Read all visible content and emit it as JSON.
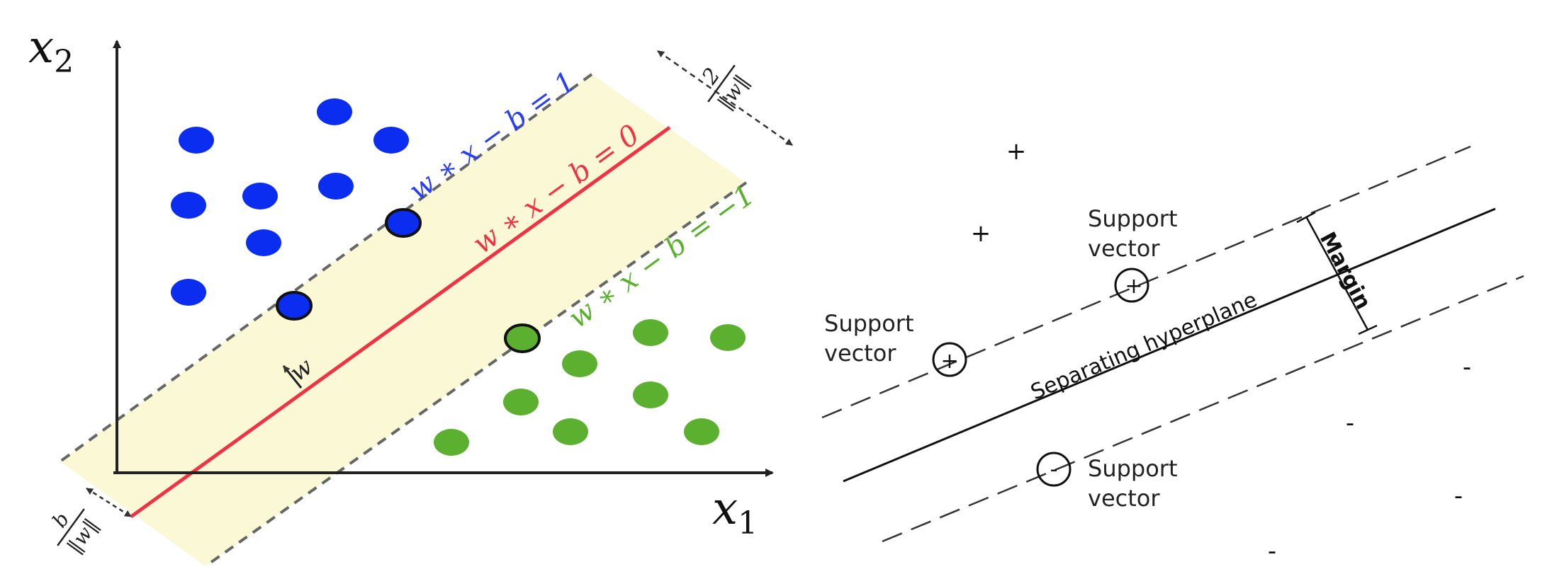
{
  "left_panel": {
    "axis_x_label": "x",
    "axis_x_subscript": "1",
    "axis_y_label": "x",
    "axis_y_subscript": "2",
    "upper_margin_label": "w ∗ x − b = 1",
    "hyperplane_label": "w ∗ x − b = 0",
    "lower_margin_label": "w ∗ x − b = −1",
    "normal_vector_label": "w",
    "margin_width_numerator": "2",
    "margin_width_denominator": "‖w‖",
    "offset_numerator": "b",
    "offset_denominator": "‖w‖",
    "colors": {
      "positive_class": "#0a2df0",
      "negative_class": "#5cb030",
      "hyperplane": "#ee3344",
      "margin_band": "#fbf8d6",
      "margin_lines": "#666666"
    }
  },
  "right_panel": {
    "support_vector_top_label_line1": "Support",
    "support_vector_top_label_line2": "vector",
    "support_vector_left_label_line1": "Support",
    "support_vector_left_label_line2": "vector",
    "support_vector_bottom_label_line1": "Support",
    "support_vector_bottom_label_line2": "vector",
    "hyperplane_label": "Separating hyperplane",
    "margin_label": "Margin",
    "positive_symbol": "+",
    "negative_symbol": "-"
  }
}
